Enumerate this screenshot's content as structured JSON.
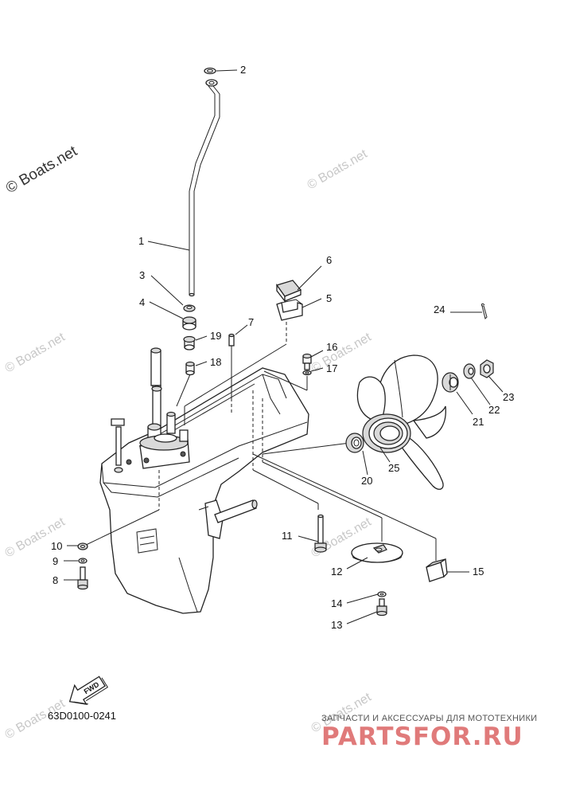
{
  "watermark": {
    "main": "© Boats.net",
    "faint": "© Boats.net"
  },
  "diagram_code": "63D0100-0241",
  "fwd_label": "FWD",
  "footer": {
    "tagline": "ЗАПЧАСТИ И АКСЕССУАРЫ ДЛЯ МОТОТЕХНИКИ",
    "brand": "PARTSFOR.RU"
  },
  "callouts": [
    "1",
    "2",
    "3",
    "4",
    "5",
    "6",
    "7",
    "8",
    "9",
    "10",
    "11",
    "12",
    "13",
    "14",
    "15",
    "16",
    "17",
    "18",
    "19",
    "20",
    "21",
    "22",
    "23",
    "24",
    "25"
  ]
}
